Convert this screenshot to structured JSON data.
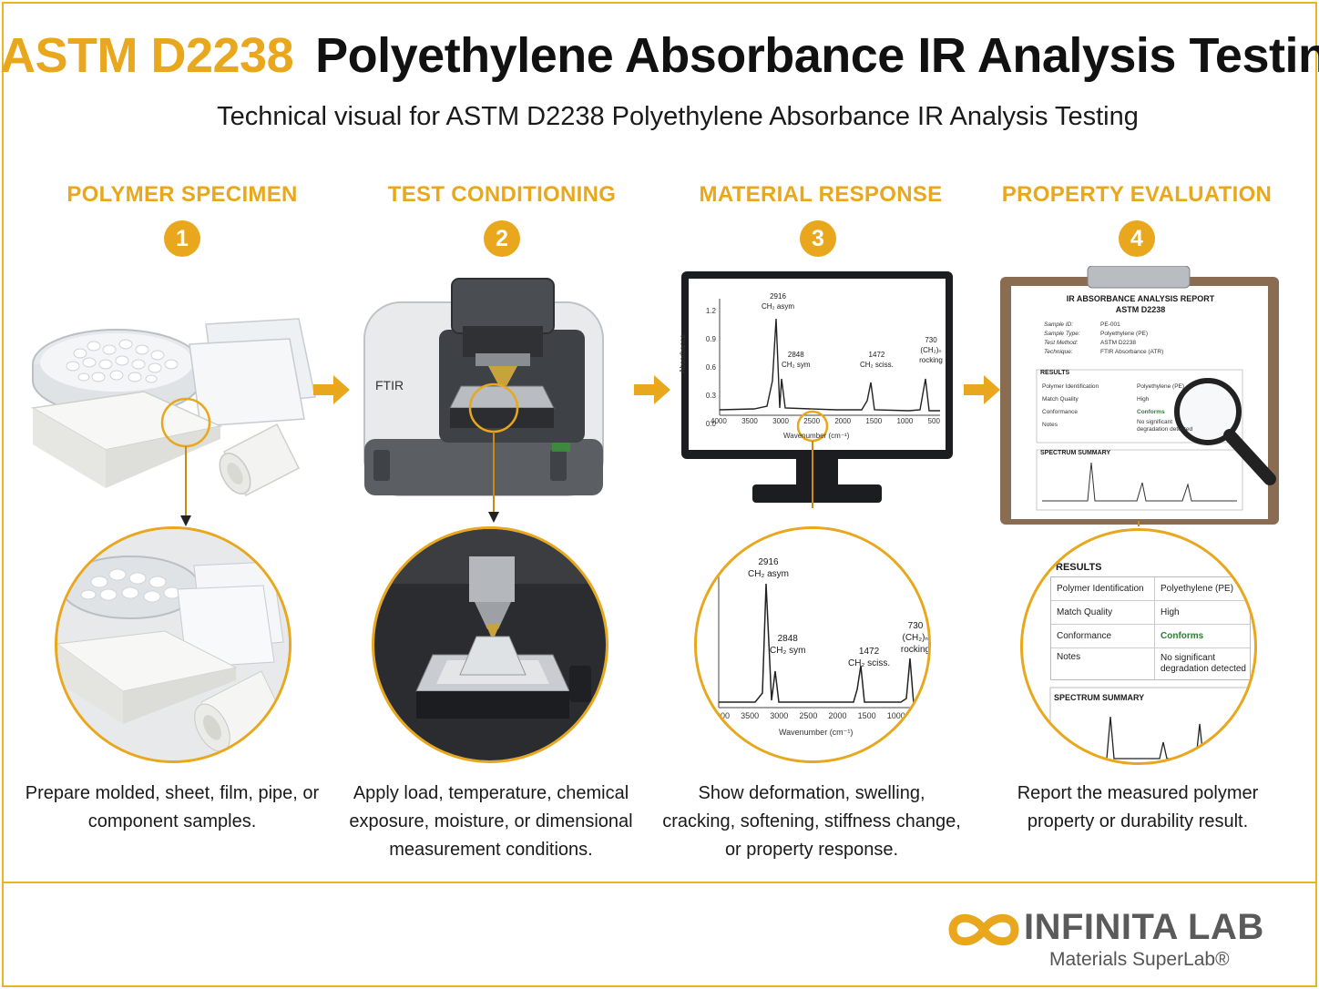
{
  "header": {
    "title_code": "ASTM D2238",
    "title_rest": "Polyethylene Absorbance IR Analysis Testing",
    "subtitle": "Technical visual for ASTM D2238 Polyethylene Absorbance IR Analysis Testing"
  },
  "steps": [
    {
      "number": "1",
      "title": "POLYMER SPECIMEN",
      "caption": "Prepare molded, sheet, film, pipe, or component samples."
    },
    {
      "number": "2",
      "title": "TEST CONDITIONING",
      "caption": "Apply load, temperature, chemical exposure, moisture, or dimensional measurement conditions."
    },
    {
      "number": "3",
      "title": "MATERIAL RESPONSE",
      "caption": "Show deformation, swelling, cracking, softening, stiffness change, or property response."
    },
    {
      "number": "4",
      "title": "PROPERTY EVALUATION",
      "caption": "Report the measured polymer property or durability result."
    }
  ],
  "instrument": {
    "label": "FTIR"
  },
  "spectrum": {
    "y_axis_label": "Absorbance",
    "y_ticks": [
      "1.2",
      "0.9",
      "0.6",
      "0.3",
      "0.0"
    ],
    "x_ticks": [
      "4000",
      "3500",
      "3000",
      "2500",
      "2000",
      "1500",
      "1000",
      "500"
    ],
    "x_axis_label": "Wavenumber (cm⁻¹)",
    "peaks": [
      {
        "value": "2916",
        "label": "CH₂ asym"
      },
      {
        "value": "2848",
        "label": "CH₂ sym"
      },
      {
        "value": "1472",
        "label": "CH₂ sciss."
      },
      {
        "value": "730",
        "label": "(CH₂)ₙ rocking"
      }
    ]
  },
  "report": {
    "title": "IR ABSORBANCE ANALYSIS REPORT",
    "standard": "ASTM D2238",
    "info": [
      {
        "key": "Sample ID:",
        "value": "PE-001"
      },
      {
        "key": "Sample Type:",
        "value": "Polyethylene (PE)"
      },
      {
        "key": "Test Method:",
        "value": "ASTM D2238"
      },
      {
        "key": "Technique:",
        "value": "FTIR Absorbance (ATR)"
      }
    ],
    "results_title": "RESULTS",
    "results": [
      {
        "key": "Polymer Identification",
        "value": "Polyethylene (PE)"
      },
      {
        "key": "Match Quality",
        "value": "High"
      },
      {
        "key": "Conformance",
        "value": "Conforms"
      },
      {
        "key": "Notes",
        "value": "No significant degradation detected"
      }
    ],
    "spectrum_title": "SPECTRUM SUMMARY"
  },
  "brand": {
    "name": "INFINITA LAB",
    "tagline": "Materials SuperLab®",
    "colors": {
      "accent": "#e8a71c",
      "conforms": "#2e7d32"
    }
  }
}
